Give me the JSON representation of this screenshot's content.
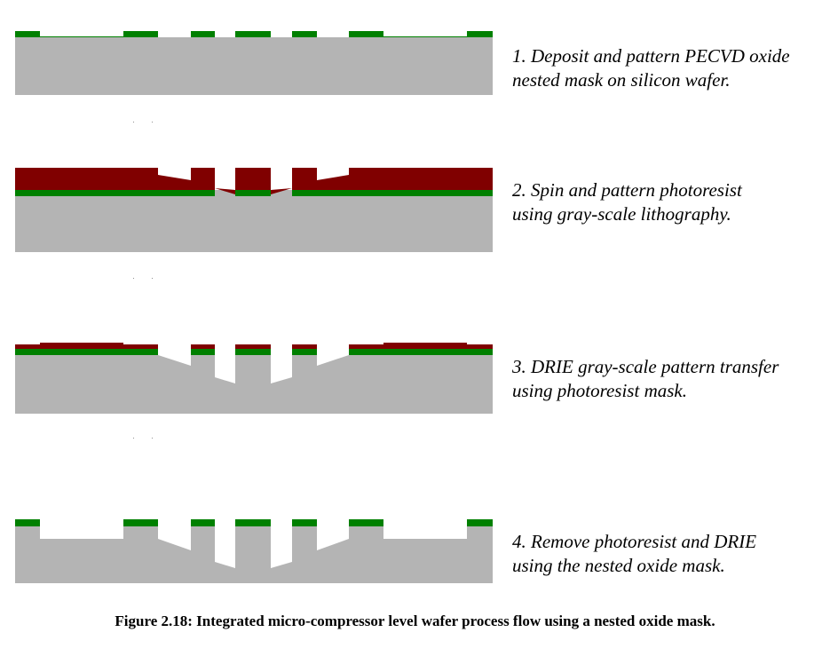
{
  "colors": {
    "silicon": "#b4b4b4",
    "oxide": "#008000",
    "photoresist": "#800000",
    "background": "#ffffff",
    "text": "#000000"
  },
  "steps": [
    {
      "number": "1.",
      "line1": "1. Deposit and pattern PECVD oxide",
      "line2": "nested mask on silicon wafer."
    },
    {
      "number": "2.",
      "line1": "2. Spin and pattern photoresist",
      "line2": "using gray-scale lithography."
    },
    {
      "number": "3.",
      "line1": "3. DRIE gray-scale pattern transfer",
      "line2": "using photoresist mask."
    },
    {
      "number": "4.",
      "line1": "4. Remove photoresist and DRIE",
      "line2": "using the nested oxide mask."
    }
  ],
  "figure_caption": "Figure 2.18: Integrated micro-compressor level wafer process flow using a nested oxide mask."
}
